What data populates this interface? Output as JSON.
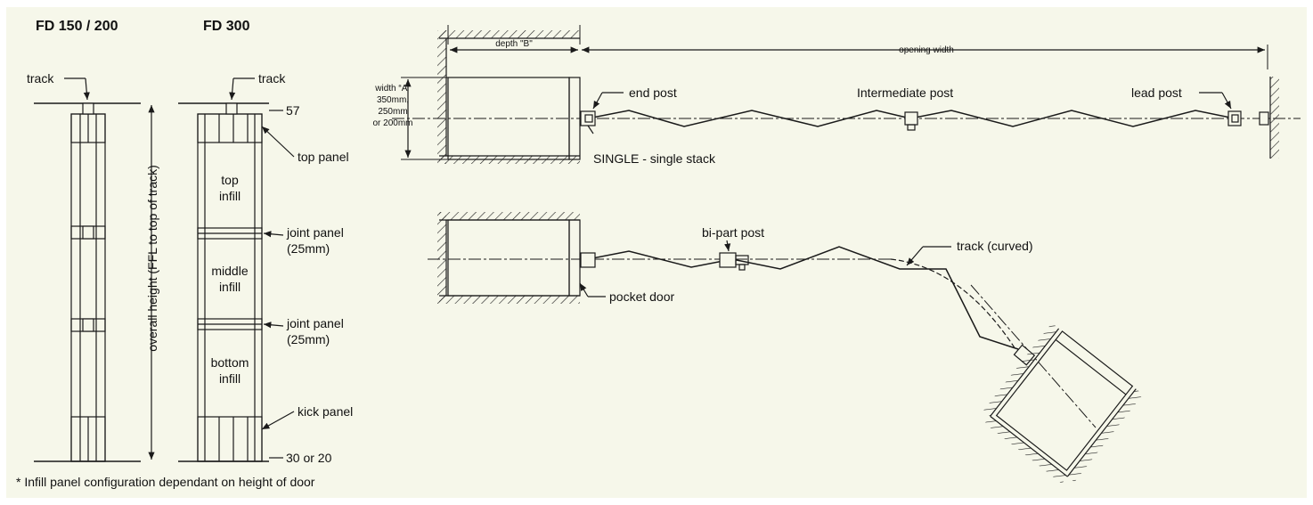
{
  "colors": {
    "background": "#f6f7ea",
    "line": "#1a1a1a"
  },
  "elevation": {
    "title_left": "FD 150 / 200",
    "title_right": "FD 300",
    "track_left": "track",
    "track_right": "track",
    "dim_top": "57",
    "dim_bottom": "30 or 20",
    "overall_height": "overall height (FFL to top of track)",
    "top_panel": "top panel",
    "top_infill": [
      "top",
      "infill"
    ],
    "joint_panel_1": [
      "joint panel",
      "(25mm)"
    ],
    "middle_infill": [
      "middle",
      "infill"
    ],
    "joint_panel_2": [
      "joint panel",
      "(25mm)"
    ],
    "bottom_infill": [
      "bottom",
      "infill"
    ],
    "kick_panel": "kick panel",
    "footnote": "* Infill panel configuration dependant on height of door"
  },
  "plan_single": {
    "depth": "depth \"B\"",
    "opening_width": "opening width",
    "width_a": [
      "width “A”",
      "350mm,",
      "250mm",
      "or 200mm"
    ],
    "end_post": "end post",
    "intermediate_post": "Intermediate post",
    "lead_post": "lead post",
    "caption": "SINGLE - single stack"
  },
  "plan_bipart": {
    "bi_part_post": "bi-part post",
    "track_curved": "track (curved)",
    "pocket_door": "pocket door"
  }
}
